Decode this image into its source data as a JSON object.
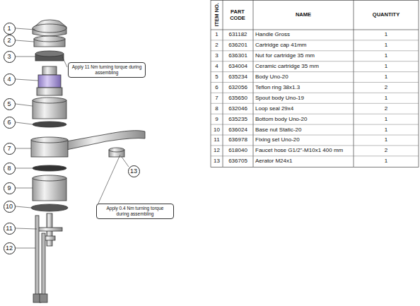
{
  "diagram": {
    "nodes": [
      {
        "text": [
          "1"
        ]
      },
      {
        "text": [
          "2"
        ]
      },
      {
        "text": [
          "3"
        ]
      },
      {
        "text": [
          "4"
        ]
      },
      {
        "text": [
          "5"
        ]
      },
      {
        "text": [
          "6"
        ]
      },
      {
        "text": [
          "7"
        ]
      },
      {
        "text": [
          "8"
        ]
      },
      {
        "text": [
          "9"
        ]
      },
      {
        "text": [
          "10"
        ]
      },
      {
        "text": [
          "11"
        ]
      },
      {
        "text": [
          "12"
        ]
      },
      {
        "text": [
          "13"
        ]
      },
      {
        "text": [
          "Apply 11 Nm turning torque during assembling"
        ]
      },
      {
        "text": [
          "Apply 0.4 Nm turning torque during assembling"
        ]
      }
    ],
    "labels": [
      "ITEM NO.",
      "PART CODE",
      "NAME",
      "QUANTITY",
      "1",
      "631182",
      "Handle Gross",
      "1",
      "2",
      "636201",
      "Cartridge cap 41mm",
      "1",
      "3",
      "636301",
      "Nut for cartridge 35 mm",
      "1",
      "4",
      "634004",
      "Ceramic cartridge 35 mm",
      "1",
      "5",
      "635234",
      "Body Uno-20",
      "1",
      "6",
      "632056",
      "Teflon ring 38x1.3",
      "2",
      "7",
      "635650",
      "Spout body Uno-19",
      "1",
      "8",
      "632046",
      "Loop seal 29x4",
      "2",
      "9",
      "635235",
      "Bottom body Uno-20",
      "1",
      "10",
      "636024",
      "Base nut Static-20",
      "1",
      "11",
      "636978",
      "Fixing set Uno-20",
      "1",
      "12",
      "618040",
      "Faucet hose G1/2\"-M10x1 400 mm",
      "2",
      "13",
      "636705",
      "Aerator M24x1",
      "1"
    ]
  }
}
